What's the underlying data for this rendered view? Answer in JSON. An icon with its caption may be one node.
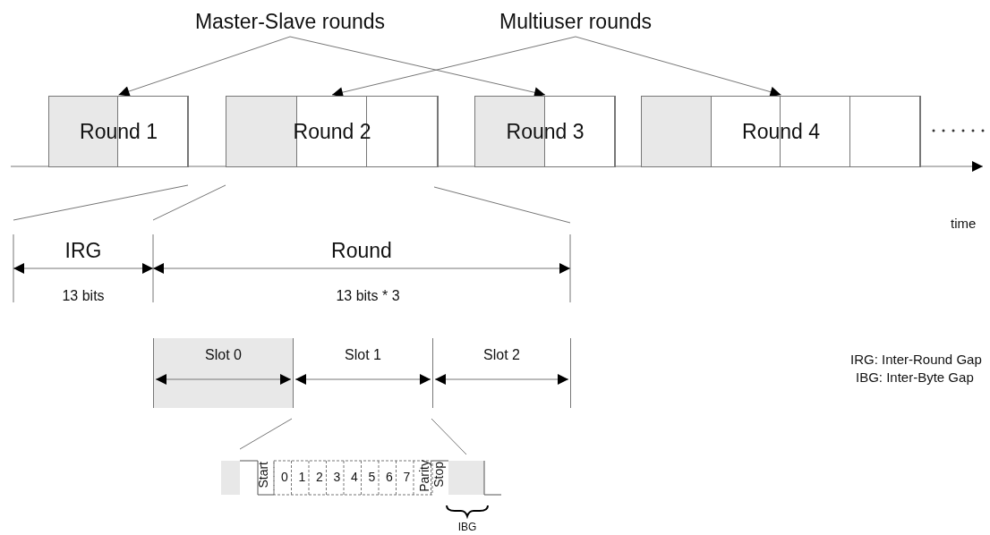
{
  "diagram": {
    "nodes": [
      {
        "text": [
          "Master-Slave rounds"
        ]
      },
      {
        "text": [
          "Multiuser rounds"
        ]
      },
      {
        "text": [
          "Round 1"
        ]
      },
      {
        "text": [
          "Round 2"
        ]
      },
      {
        "text": [
          "Round 3"
        ]
      },
      {
        "text": [
          "Round 4"
        ]
      },
      {
        "text": [
          "Slot 0"
        ]
      },
      {
        "text": [
          "Slot 1"
        ]
      },
      {
        "text": [
          "Slot 2"
        ]
      }
    ],
    "edges": [
      {
        "from": 0,
        "to": 2,
        "arrow": "to"
      },
      {
        "from": 0,
        "to": 4,
        "arrow": "to"
      },
      {
        "from": 1,
        "to": 3,
        "arrow": "to"
      },
      {
        "from": 1,
        "to": 5,
        "arrow": "to"
      }
    ],
    "labels": [
      "time",
      "IRG",
      "Round",
      "13 bits",
      "13 bits * 3",
      "IRG: Inter-Round Gap",
      "IBG: Inter-Byte Gap",
      "Start",
      "0",
      "1",
      "2",
      "3",
      "4",
      "5",
      "6",
      "7",
      "Parity",
      "Stop",
      "IBG"
    ]
  }
}
